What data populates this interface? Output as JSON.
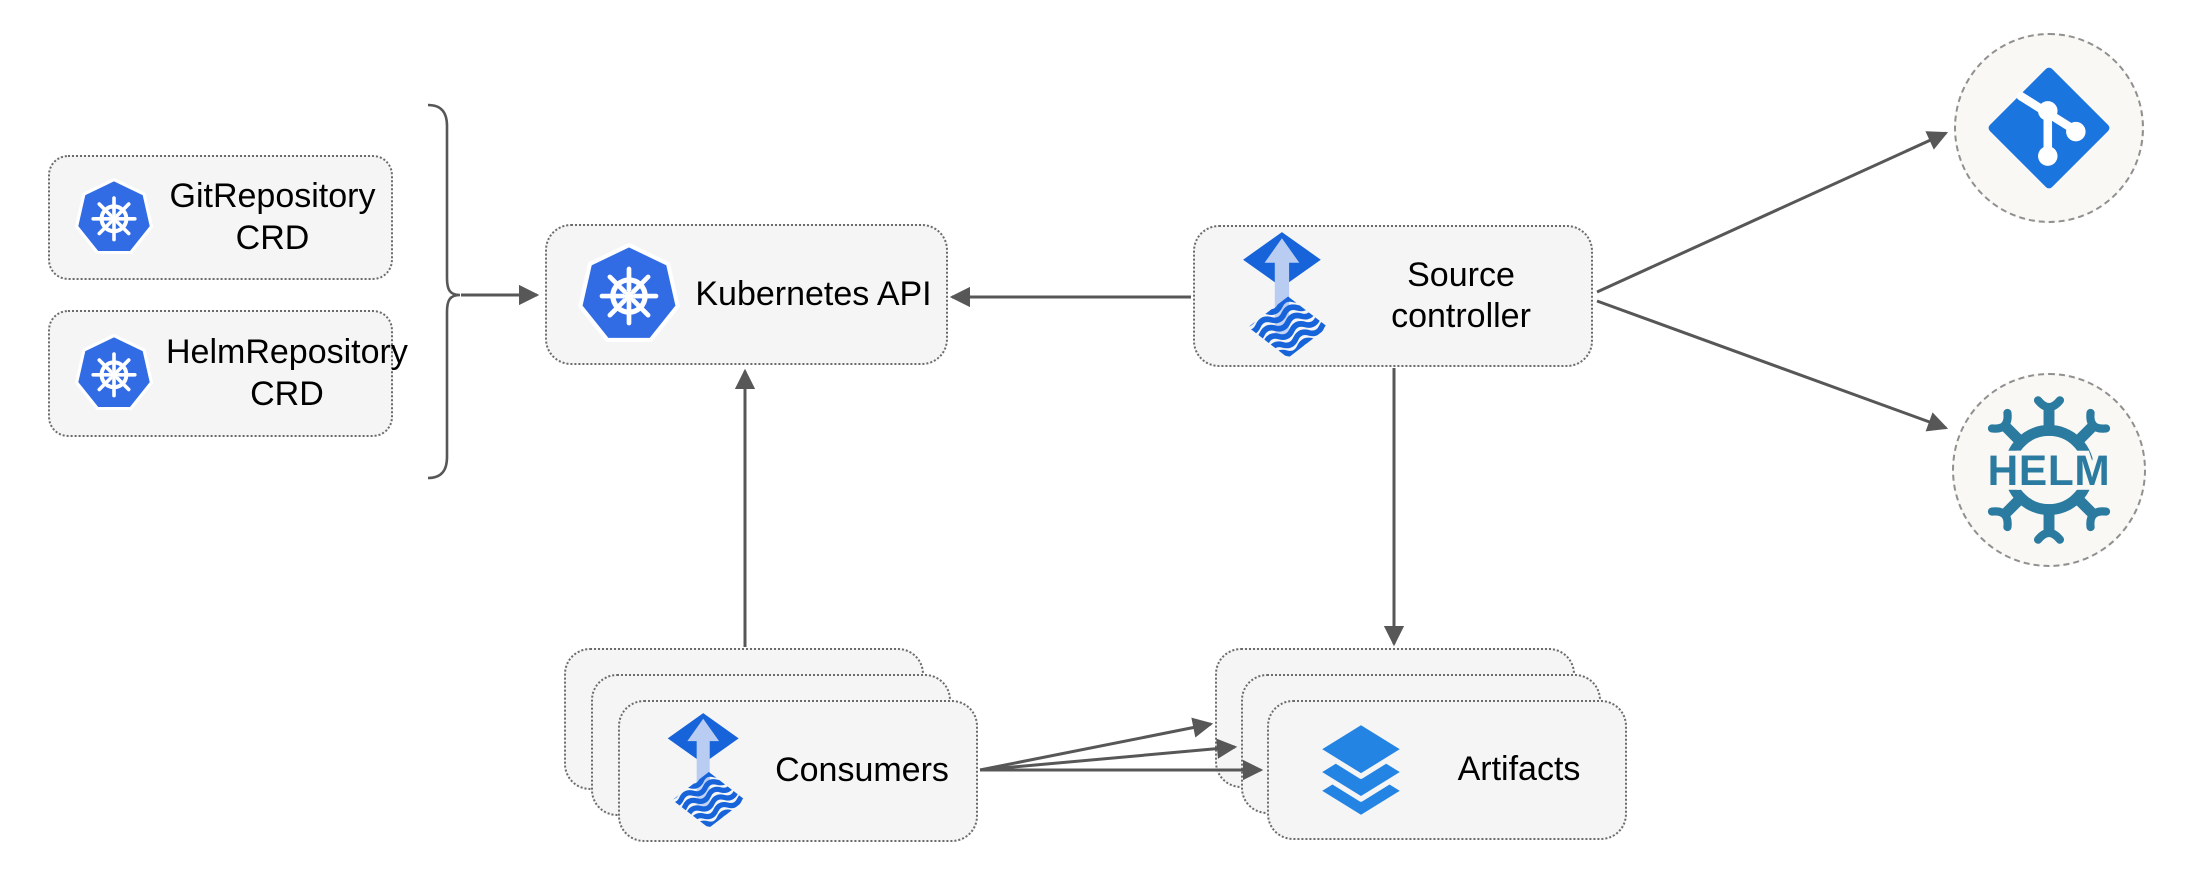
{
  "diagram": {
    "background": "#ffffff",
    "nodes": {
      "git_crd": {
        "line1": "GitRepository",
        "line2": "CRD",
        "icon": "kubernetes",
        "shape": "dotted-box"
      },
      "helm_crd": {
        "line1": "HelmRepository",
        "line2": "CRD",
        "icon": "kubernetes",
        "shape": "dotted-box"
      },
      "k8s_api": {
        "label": "Kubernetes API",
        "icon": "kubernetes",
        "shape": "dotted-box"
      },
      "source_controller": {
        "line1": "Source",
        "line2": "controller",
        "icon": "flux",
        "shape": "dotted-box"
      },
      "consumers": {
        "label": "Consumers",
        "icon": "flux",
        "shape": "dotted-box-stack",
        "stack_count": 3
      },
      "artifacts": {
        "label": "Artifacts",
        "icon": "layers",
        "shape": "dotted-box-stack",
        "stack_count": 3
      },
      "git_endpoint": {
        "icon": "git",
        "shape": "dashed-circle"
      },
      "helm_endpoint": {
        "icon": "helm",
        "shape": "dashed-circle",
        "logo_text": "HELM"
      }
    },
    "edges": [
      {
        "from": "git_crd & helm_crd",
        "to": "k8s_api",
        "style": "curly-bracket then arrow"
      },
      {
        "from": "source_controller",
        "to": "k8s_api",
        "style": "arrow"
      },
      {
        "from": "consumers",
        "to": "k8s_api",
        "style": "arrow"
      },
      {
        "from": "source_controller",
        "to": "artifacts",
        "style": "arrow"
      },
      {
        "from": "source_controller",
        "to": "git_endpoint",
        "style": "arrow"
      },
      {
        "from": "source_controller",
        "to": "helm_endpoint",
        "style": "arrow"
      },
      {
        "from": "consumers",
        "to": "artifacts",
        "style": "three fanned arrows"
      }
    ],
    "colors": {
      "box_fill": "#f5f5f5",
      "box_border": "#6b6b6b",
      "circle_fill": "#faf8f4",
      "circle_border": "#909090",
      "arrow": "#575757",
      "kubernetes_blue": "#326ce5",
      "flux_blue": "#1663da",
      "flux_arrow_light": "#b9cdf3",
      "layers_blue": "#2484e4",
      "git_blue": "#1b75de",
      "helm_teal": "#2b7ba0",
      "label_color": "#000000"
    }
  }
}
